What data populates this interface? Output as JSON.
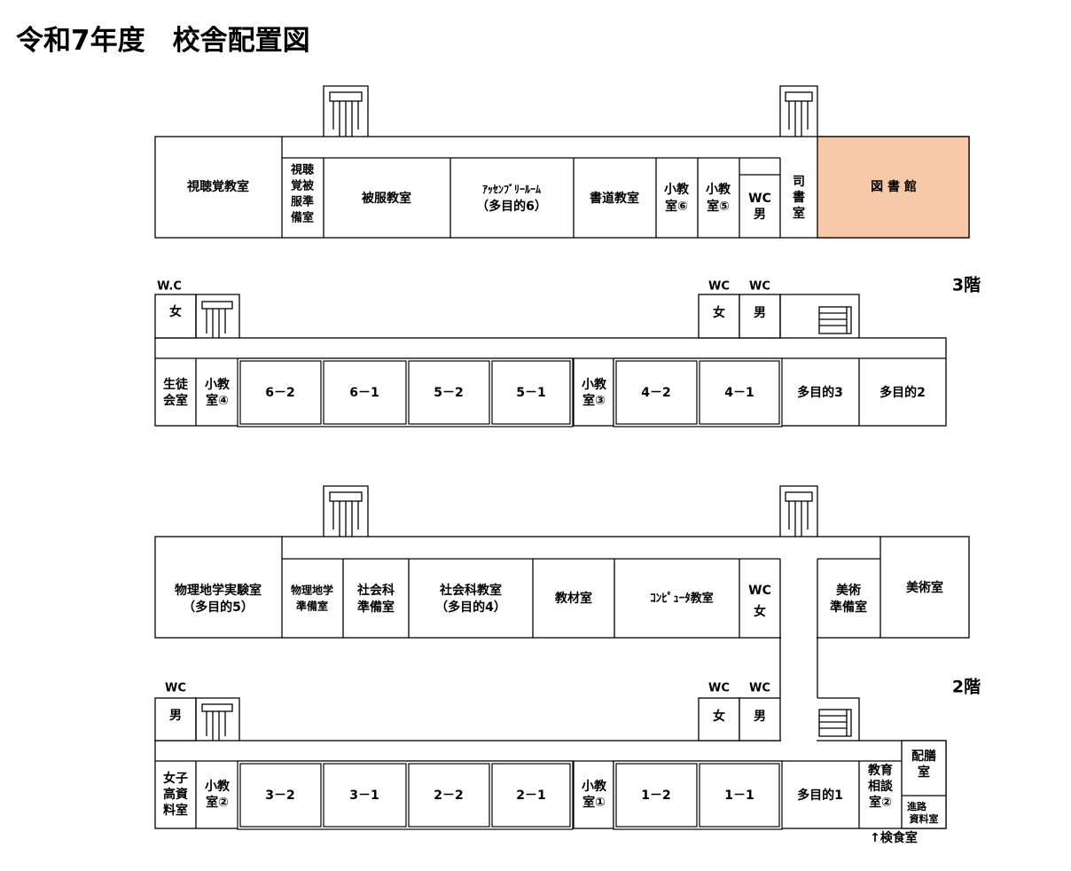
{
  "title": "令和7年度　校舎配置図",
  "accent_color": "#f7c9a8",
  "floor_labels": {
    "third": "3階",
    "second": "2階"
  },
  "upper_wing": {
    "rooms": {
      "av_room": "視聴覚教室",
      "av_prep": [
        "視聴",
        "覚被",
        "服準",
        "備室"
      ],
      "clothing": "被服教室",
      "assembly": [
        "ｱｯｾﾝﾌﾞﾘｰﾙｰﾑ",
        "（多目的6）"
      ],
      "calligraphy": "書道教室",
      "small6": [
        "小教",
        "室⑥"
      ],
      "small5": [
        "小教",
        "室⑤"
      ],
      "wc_m": [
        "WC",
        "男"
      ],
      "librarian": [
        "司",
        "書",
        "室"
      ],
      "library": "図 書 館"
    }
  },
  "floor3": {
    "wc_label_left": "W.C",
    "wc_labels_right": [
      "WC",
      "WC"
    ],
    "wc_left": "女",
    "wc_right": [
      "女",
      "男"
    ],
    "rooms": {
      "student_council": [
        "生徒",
        "会室"
      ],
      "small4": [
        "小教",
        "室④"
      ],
      "c62": "6－2",
      "c61": "6－1",
      "c52": "5－2",
      "c51": "5－1",
      "small3": [
        "小教",
        "室③"
      ],
      "c42": "4－2",
      "c41": "4－1",
      "multi3": "多目的3",
      "multi2": "多目的2"
    }
  },
  "lower_wing": {
    "rooms": {
      "physics": [
        "物理地学実験室",
        "（多目的5）"
      ],
      "physics_prep": [
        "物理地学",
        "準備室"
      ],
      "social_prep": [
        "社会科",
        "準備室"
      ],
      "social": [
        "社会科教室",
        "（多目的4）"
      ],
      "materials": "教材室",
      "computer": "ｺﾝﾋﾟｭｰﾀ教室",
      "wc_f": [
        "WC",
        "女"
      ],
      "art_prep": [
        "美術",
        "準備室"
      ],
      "art": "美術室"
    }
  },
  "floor2": {
    "wc_label_left": "WC",
    "wc_labels_right": [
      "WC",
      "WC"
    ],
    "wc_left": "男",
    "wc_right": [
      "女",
      "男"
    ],
    "rooms": {
      "girls_material": [
        "女子",
        "高資",
        "料室"
      ],
      "small2": [
        "小教",
        "室②"
      ],
      "c32": "3－2",
      "c31": "3－1",
      "c22": "2－2",
      "c21": "2－1",
      "small1": [
        "小教",
        "室①"
      ],
      "c12": "1－2",
      "c11": "1－1",
      "multi1": "多目的1",
      "counsel": [
        "教育",
        "相談",
        "室②"
      ],
      "serving": [
        "配膳",
        "室"
      ],
      "career": [
        "進路",
        "資料室"
      ],
      "inspection": "↑検食室"
    }
  }
}
